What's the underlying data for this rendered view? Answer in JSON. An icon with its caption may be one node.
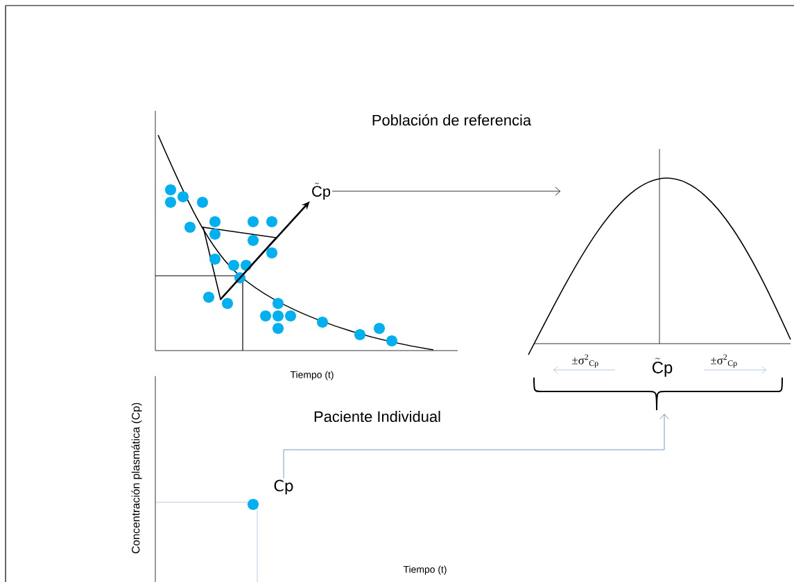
{
  "diagram": {
    "nodes": [
      {
        "text": [
          "\\tilde{\\mathrm{C}}\\mathrm{p}"
        ]
      },
      {
        "text": [],
        "shape": "curve"
      },
      {
        "text": [
          "Cp"
        ]
      },
      {
        "text": [],
        "shape": "brace"
      }
    ],
    "edges": [
      {
        "from": null,
        "to": 0,
        "arrow": "to",
        "style": "thick"
      },
      {
        "from": 0,
        "to": 1,
        "arrow": "to"
      },
      {
        "from": 2,
        "to": 3,
        "arrow": "to",
        "color": "#4f81bd"
      }
    ],
    "labels": [
      "Población de referencia",
      "Tiempo (t)",
      "Paciente Individual",
      "Concentración plasmática (Cp)",
      "Tiempo (t)",
      "±σ$^{2}$$_{Cp}$",
      "\\tilde{\\mathrm{C}}\\mathrm{p}",
      "±σ$^{2}$$_{Cp}$"
    ]
  }
}
